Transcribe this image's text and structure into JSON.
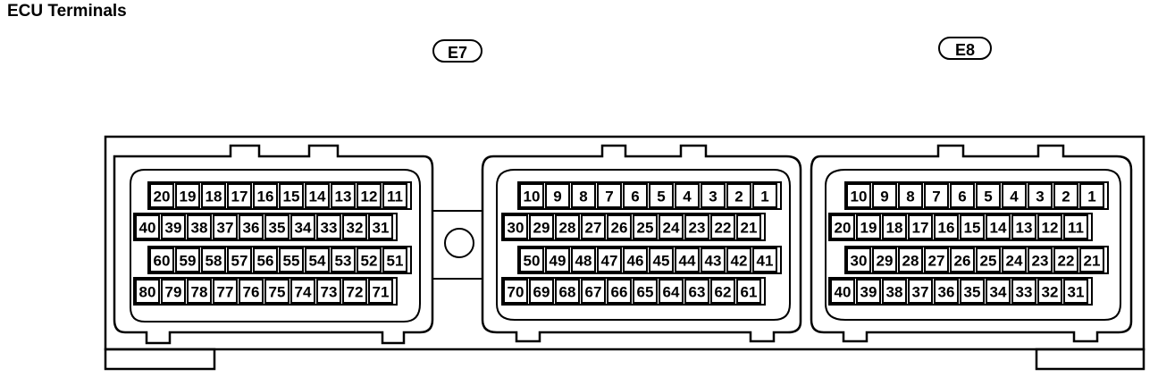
{
  "title": "ECU Terminals",
  "connectors": {
    "e7": {
      "label": "E7",
      "left_block": {
        "rows": [
          [
            "20",
            "19",
            "18",
            "17",
            "16",
            "15",
            "14",
            "13",
            "12",
            "11"
          ],
          [
            "40",
            "39",
            "38",
            "37",
            "36",
            "35",
            "34",
            "33",
            "32",
            "31"
          ],
          [
            "60",
            "59",
            "58",
            "57",
            "56",
            "55",
            "54",
            "53",
            "52",
            "51"
          ],
          [
            "80",
            "79",
            "78",
            "77",
            "76",
            "75",
            "74",
            "73",
            "72",
            "71"
          ]
        ]
      },
      "right_block": {
        "rows": [
          [
            "10",
            "9",
            "8",
            "7",
            "6",
            "5",
            "4",
            "3",
            "2",
            "1"
          ],
          [
            "30",
            "29",
            "28",
            "27",
            "26",
            "25",
            "24",
            "23",
            "22",
            "21"
          ],
          [
            "50",
            "49",
            "48",
            "47",
            "46",
            "45",
            "44",
            "43",
            "42",
            "41"
          ],
          [
            "70",
            "69",
            "68",
            "67",
            "66",
            "65",
            "64",
            "63",
            "62",
            "61"
          ]
        ]
      }
    },
    "e8": {
      "label": "E8",
      "block": {
        "rows": [
          [
            "10",
            "9",
            "8",
            "7",
            "6",
            "5",
            "4",
            "3",
            "2",
            "1"
          ],
          [
            "20",
            "19",
            "18",
            "17",
            "16",
            "15",
            "14",
            "13",
            "12",
            "11"
          ],
          [
            "30",
            "29",
            "28",
            "27",
            "26",
            "25",
            "24",
            "23",
            "22",
            "21"
          ],
          [
            "40",
            "39",
            "38",
            "37",
            "36",
            "35",
            "34",
            "33",
            "32",
            "31"
          ]
        ]
      }
    }
  }
}
